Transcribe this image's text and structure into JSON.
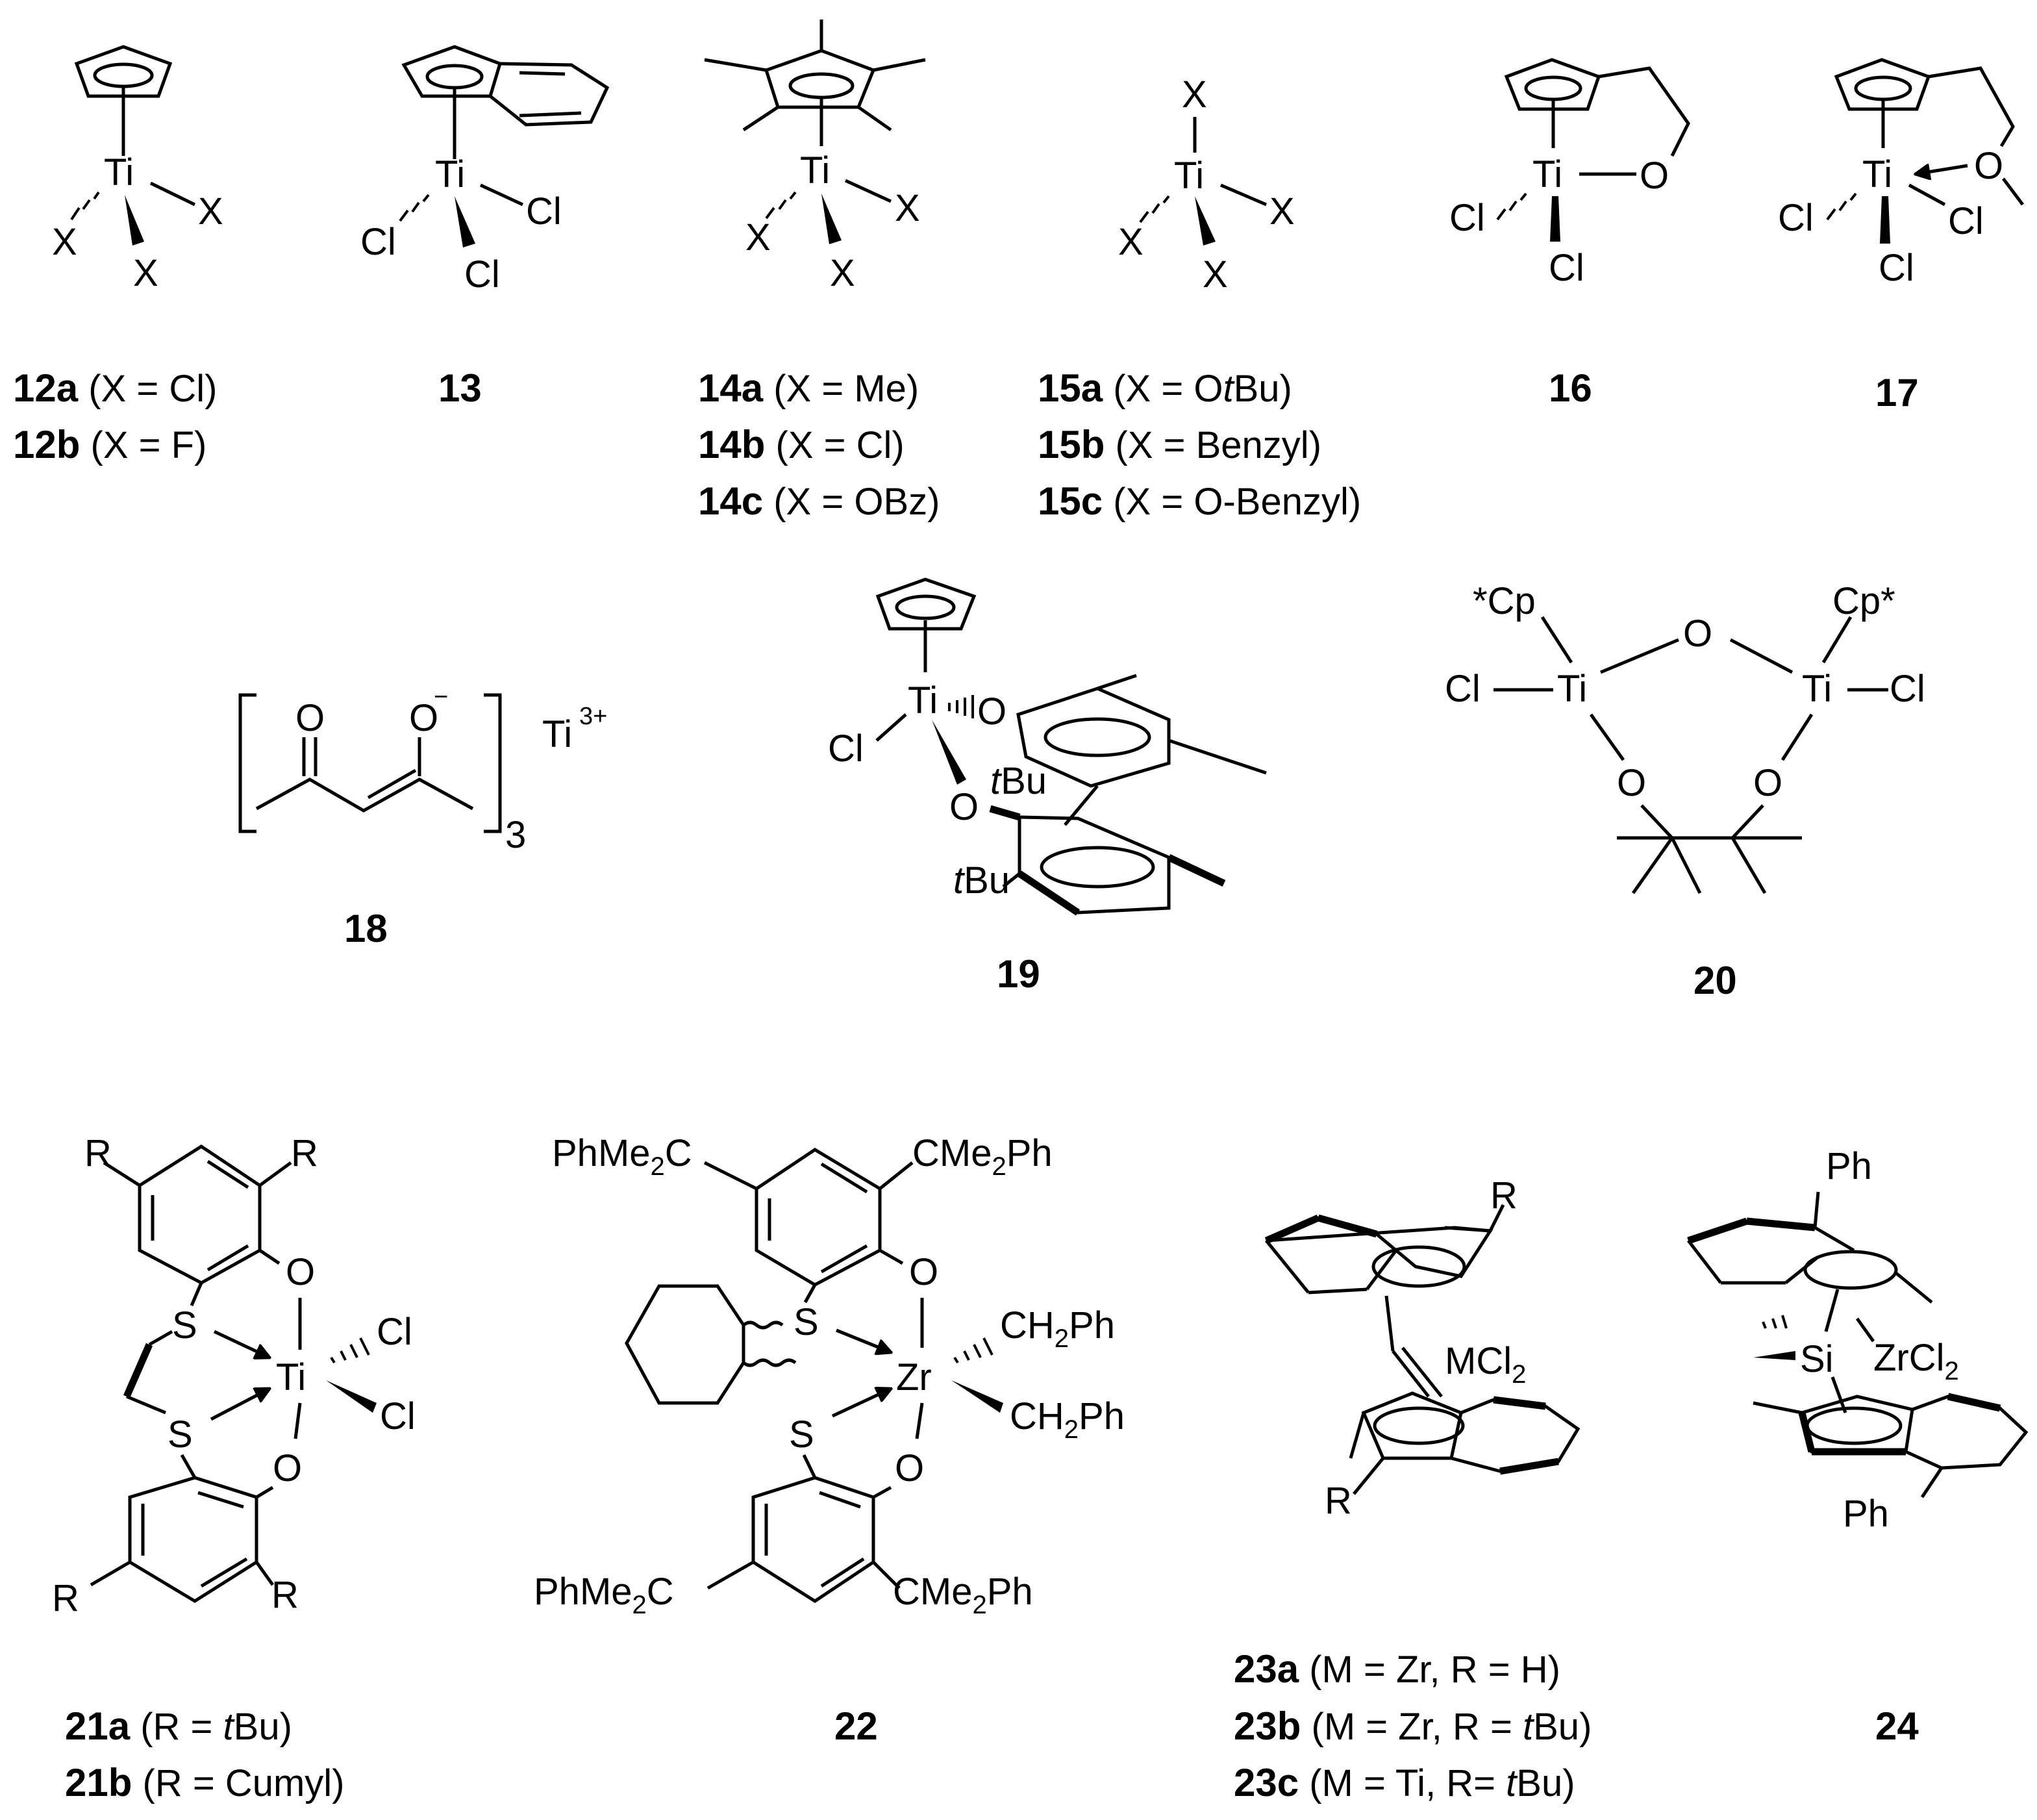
{
  "compounds": [
    {
      "id": "12",
      "labels": [
        {
          "num": "12a",
          "desc": " (X = Cl)"
        },
        {
          "num": "12b",
          "desc": " (X = F)"
        }
      ],
      "atoms": {
        "metal": "Ti",
        "x": "X"
      }
    },
    {
      "id": "13",
      "labels": [
        {
          "num": "13",
          "desc": ""
        }
      ],
      "atoms": {
        "metal": "Ti",
        "cl": "Cl"
      }
    },
    {
      "id": "14",
      "labels": [
        {
          "num": "14a",
          "desc": " (X = Me)"
        },
        {
          "num": "14b",
          "desc": " (X = Cl)"
        },
        {
          "num": "14c",
          "desc": " (X = OBz)"
        }
      ],
      "atoms": {
        "metal": "Ti",
        "x": "X"
      }
    },
    {
      "id": "15",
      "labels": [
        {
          "num": "15a",
          "desc_pre": " (X = O",
          "desc_italic": "t",
          "desc_post": "Bu)"
        },
        {
          "num": "15b",
          "desc": " (X = Benzyl)"
        },
        {
          "num": "15c",
          "desc": " (X = O-Benzyl)"
        }
      ],
      "atoms": {
        "metal": "Ti",
        "x": "X"
      }
    },
    {
      "id": "16",
      "labels": [
        {
          "num": "16",
          "desc": ""
        }
      ],
      "atoms": {
        "metal": "Ti",
        "o": "O",
        "cl": "Cl"
      }
    },
    {
      "id": "17",
      "labels": [
        {
          "num": "17",
          "desc": ""
        }
      ],
      "atoms": {
        "metal": "Ti",
        "o": "O",
        "cl": "Cl"
      }
    },
    {
      "id": "18",
      "labels": [
        {
          "num": "18",
          "desc": ""
        }
      ],
      "atoms": {
        "o": "O",
        "o_charge": "−",
        "subscript": "3",
        "cation": "Ti",
        "cation_charge": "3+"
      }
    },
    {
      "id": "19",
      "labels": [
        {
          "num": "19",
          "desc": ""
        }
      ],
      "atoms": {
        "metal": "Ti",
        "o": "O",
        "cl": "Cl",
        "tbu_t": "t",
        "tbu_rest": "Bu"
      }
    },
    {
      "id": "20",
      "labels": [
        {
          "num": "20",
          "desc": ""
        }
      ],
      "atoms": {
        "metal": "Ti",
        "o": "O",
        "cl": "Cl",
        "cp_left": "*Cp",
        "cp_right": "Cp*"
      }
    },
    {
      "id": "21",
      "labels": [
        {
          "num": "21a",
          "desc_pre": " (R = ",
          "desc_italic": "t",
          "desc_post": "Bu)"
        },
        {
          "num": "21b",
          "desc": " (R = Cumyl)"
        }
      ],
      "atoms": {
        "metal": "Ti",
        "o": "O",
        "s": "S",
        "cl": "Cl",
        "r": "R"
      }
    },
    {
      "id": "22",
      "labels": [
        {
          "num": "22",
          "desc": ""
        }
      ],
      "atoms": {
        "metal": "Zr",
        "o": "O",
        "s": "S",
        "cme2ph_a": "CMe",
        "cme2ph_sub": "2",
        "cme2ph_b": "Ph",
        "phme2c_a": "PhMe",
        "phme2c_sub": "2",
        "phme2c_b": "C",
        "ch2ph_a": "CH",
        "ch2ph_sub": "2",
        "ch2ph_b": "Ph"
      }
    },
    {
      "id": "23",
      "labels": [
        {
          "num": "23a",
          "desc": " (M = Zr, R = H)"
        },
        {
          "num": "23b",
          "desc_pre": " (M = Zr, R = ",
          "desc_italic": "t",
          "desc_post": "Bu)"
        },
        {
          "num": "23c",
          "desc_pre": " (M = Ti, R= ",
          "desc_italic": "t",
          "desc_post": "Bu)"
        }
      ],
      "atoms": {
        "mcl_a": "MCl",
        "mcl_sub": "2",
        "r": "R"
      }
    },
    {
      "id": "24",
      "labels": [
        {
          "num": "24",
          "desc": ""
        }
      ],
      "atoms": {
        "si": "Si",
        "zrcl_a": "ZrCl",
        "zrcl_sub": "2",
        "ph": "Ph"
      }
    }
  ]
}
